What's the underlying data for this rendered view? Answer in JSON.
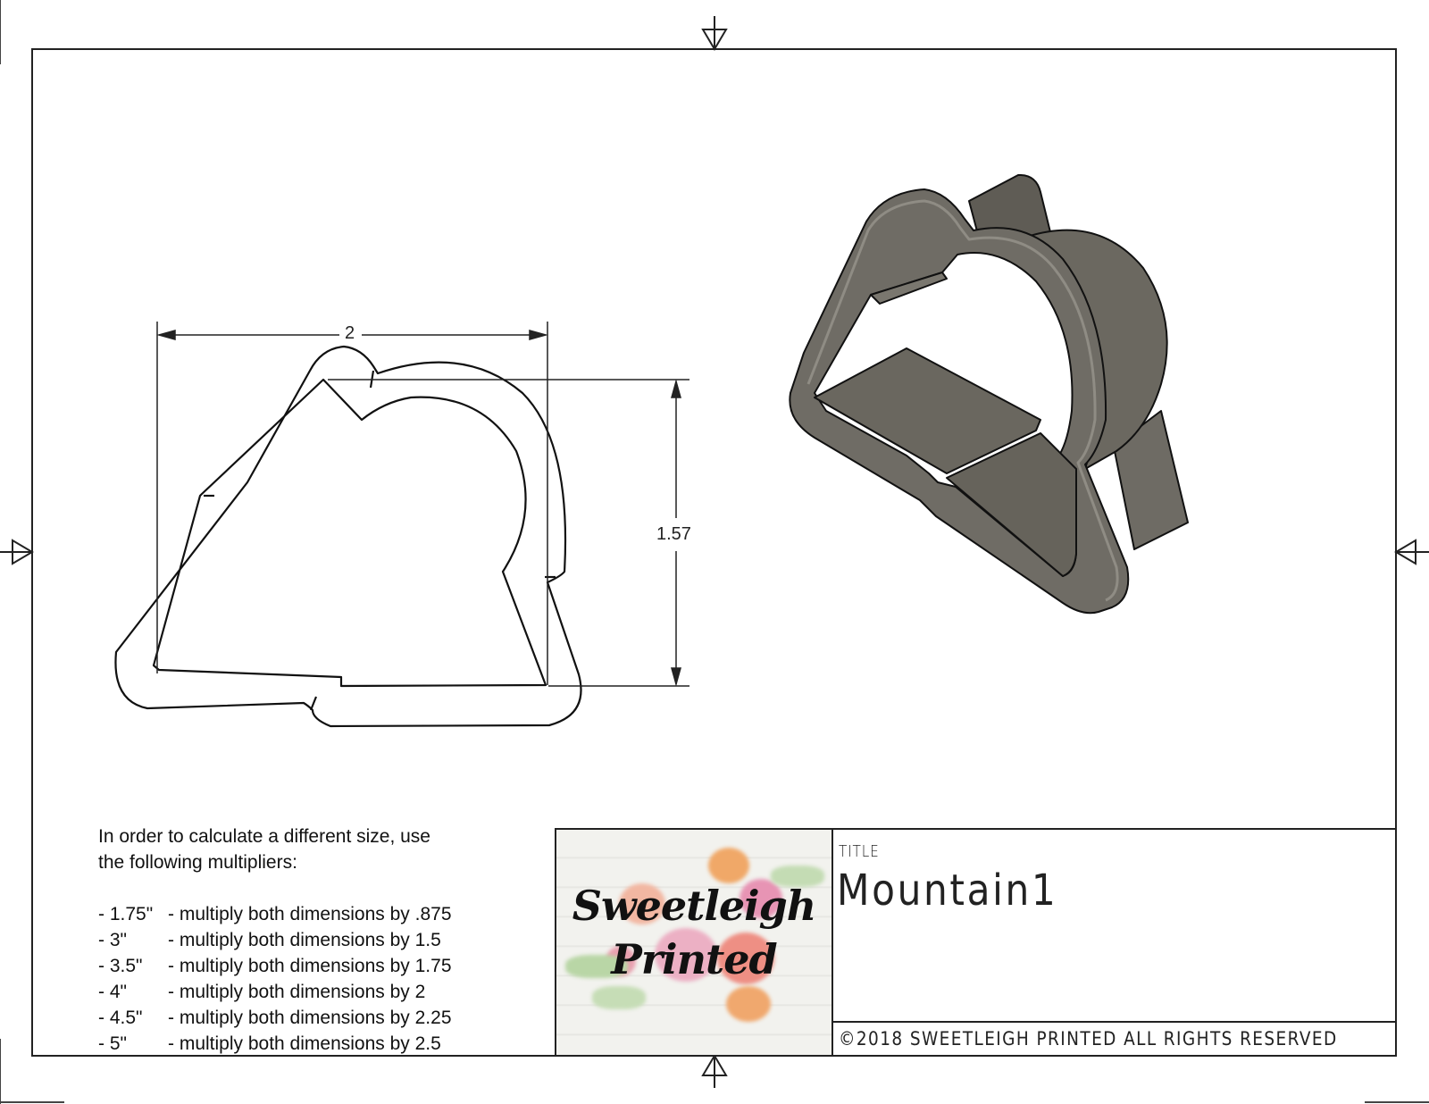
{
  "sheet": {
    "border_color": "#222222",
    "model_color": "#6b6860"
  },
  "drawing": {
    "width_dimension": "2",
    "height_dimension": "1.57"
  },
  "instructions": {
    "intro_line1": "In order to calculate a different size, use",
    "intro_line2": "the following multipliers:",
    "multipliers": [
      {
        "size": "- 1.75\"",
        "desc": "- multiply both dimensions by .875"
      },
      {
        "size": "- 3\"",
        "desc": "- multiply both dimensions by 1.5"
      },
      {
        "size": "- 3.5\"",
        "desc": "- multiply both dimensions by 1.75"
      },
      {
        "size": "- 4\"",
        "desc": "- multiply both dimensions by 2"
      },
      {
        "size": "- 4.5\"",
        "desc": "- multiply both dimensions by 2.25"
      },
      {
        "size": "- 5\"",
        "desc": "- multiply both dimensions by 2.5"
      }
    ]
  },
  "title_block": {
    "logo_line1": "Sweetleigh",
    "logo_line2": "Printed",
    "title_label": "TITLE",
    "title_value": "Mountain1",
    "copyright": "©2018   SWEETLEIGH PRINTED   ALL RIGHTS RESERVED"
  }
}
